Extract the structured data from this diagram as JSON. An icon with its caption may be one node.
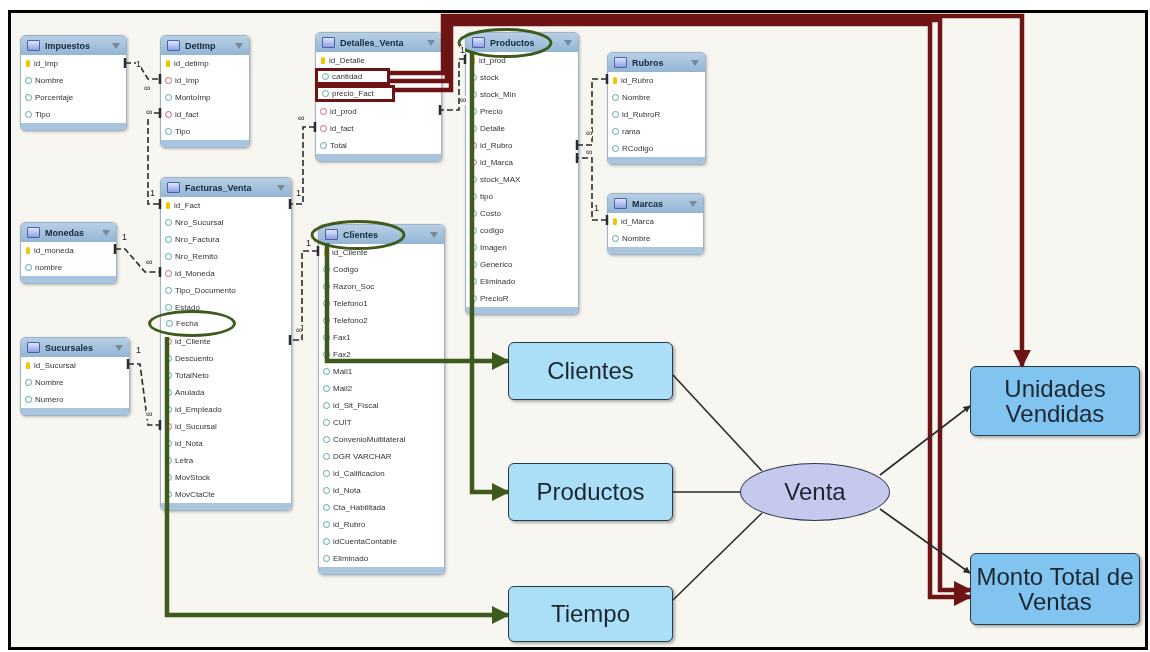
{
  "diagram": {
    "nodes": [
      {
        "text": [
          "Impuestos",
          "id_Imp",
          "Nombre",
          "Porcentaje",
          "Tipo"
        ]
      },
      {
        "text": [
          "DetImp",
          "id_detimp",
          "id_Imp",
          "MontoImp",
          "id_fact",
          "Tipo"
        ]
      },
      {
        "text": [
          "Detalles_Venta",
          "id_Detalle",
          "id_prod",
          "id_fact",
          "Total"
        ]
      },
      {
        "text": [
          "cantidad"
        ],
        "in": 2
      },
      {
        "text": [
          "precio_Fact"
        ],
        "in": 2
      },
      {
        "text": [
          "Productos",
          "id_prod",
          "stock",
          "stock_Min",
          "Precio",
          "Detalle",
          "id_Rubro",
          "id_Marca",
          "stock_MAX",
          "tipo",
          "Costo",
          "codigo",
          "Imagen",
          "Generico",
          "Eliminado",
          "PrecioR"
        ]
      },
      {
        "text": [
          "Rubros",
          "id_Rubro",
          "Nombre",
          "id_RubroR",
          "rama",
          "RCodigo"
        ]
      },
      {
        "text": [
          "Marcas",
          "id_Marca",
          "Nombre"
        ]
      },
      {
        "text": [
          "Monedas",
          "id_moneda",
          "nombre"
        ]
      },
      {
        "text": [
          "Facturas_Venta",
          "id_Fact",
          "Nro_Sucursal",
          "Nro_Factura",
          "Nro_Remito",
          "id_Moneda",
          "Tipo_Documento",
          "Estado",
          "id_Cliente",
          "Descuento",
          "TotalNeto",
          "Anulada",
          "id_Empleado",
          "id_Sucursal",
          "id_Nota",
          "Letra",
          "MovStock",
          "MovCtaCte"
        ]
      },
      {
        "text": [
          "Fecha"
        ],
        "in": 9
      },
      {
        "text": [
          "Sucursales",
          "id_Sucursal",
          "Nombre",
          "Numero"
        ]
      },
      {
        "text": [
          "Clientes",
          "id_Cliente",
          "Codigo",
          "Razon_Soc",
          "Telefono1",
          "Telefono2",
          "Fax1",
          "Fax2",
          "Mail1",
          "Mail2",
          "id_Sit_Fiscal",
          "CUIT",
          "ConvenioMultilateral",
          "DGR VARCHAR",
          "id_Calificacion",
          "id_Nota",
          "Cta_Habilitada",
          "id_Rubro",
          "idCuentaContable",
          "Eliminado"
        ]
      },
      {
        "text": [
          "Clientes"
        ]
      },
      {
        "text": [
          "Productos"
        ]
      },
      {
        "text": [
          "Tiempo"
        ]
      },
      {
        "text": [
          "Venta"
        ]
      },
      {
        "text": [
          "Unidades Vendidas"
        ]
      },
      {
        "text": [
          "Monto Total de Ventas"
        ]
      }
    ],
    "edges": [
      {
        "from": 0,
        "to": 1,
        "arrow": "other",
        "style": "dashed"
      },
      {
        "from": 1,
        "to": 9,
        "arrow": "other",
        "style": "dashed"
      },
      {
        "from": 2,
        "to": 9,
        "arrow": "other",
        "style": "dashed"
      },
      {
        "from": 5,
        "to": 2,
        "arrow": "other",
        "style": "dashed"
      },
      {
        "from": 6,
        "to": 5,
        "arrow": "other",
        "style": "dashed"
      },
      {
        "from": 7,
        "to": 5,
        "arrow": "other",
        "style": "dashed"
      },
      {
        "from": 8,
        "to": 9,
        "arrow": "other",
        "style": "dashed"
      },
      {
        "from": 11,
        "to": 9,
        "arrow": "other",
        "style": "dashed"
      },
      {
        "from": 12,
        "to": 9,
        "arrow": "other",
        "style": "dashed"
      },
      {
        "from": 12,
        "to": 13,
        "arrow": "to",
        "style": "thick",
        "color": "#3e5a1c"
      },
      {
        "from": 5,
        "to": 14,
        "arrow": "to",
        "style": "thick",
        "color": "#3e5a1c"
      },
      {
        "from": 10,
        "to": 15,
        "arrow": "to",
        "style": "thick",
        "color": "#3e5a1c"
      },
      {
        "from": 3,
        "to": 17,
        "arrow": "to",
        "style": "thick",
        "color": "#6e1414"
      },
      {
        "from": 3,
        "to": 18,
        "arrow": "to",
        "style": "thick",
        "color": "#6e1414"
      },
      {
        "from": 4,
        "to": 18,
        "arrow": "to",
        "style": "thick",
        "color": "#6e1414"
      },
      {
        "from": 13,
        "to": 16,
        "arrow": "none"
      },
      {
        "from": 14,
        "to": 16,
        "arrow": "none"
      },
      {
        "from": 15,
        "to": 16,
        "arrow": "none"
      },
      {
        "from": 16,
        "to": 17,
        "arrow": "to"
      },
      {
        "from": 16,
        "to": 18,
        "arrow": "to"
      }
    ],
    "labels": [
      "1",
      "1",
      "∞",
      "∞",
      "∞",
      "∞",
      "∞",
      "∞",
      "1",
      "1",
      "1",
      "1",
      "1",
      "∞",
      "∞",
      "1",
      "∞"
    ]
  }
}
